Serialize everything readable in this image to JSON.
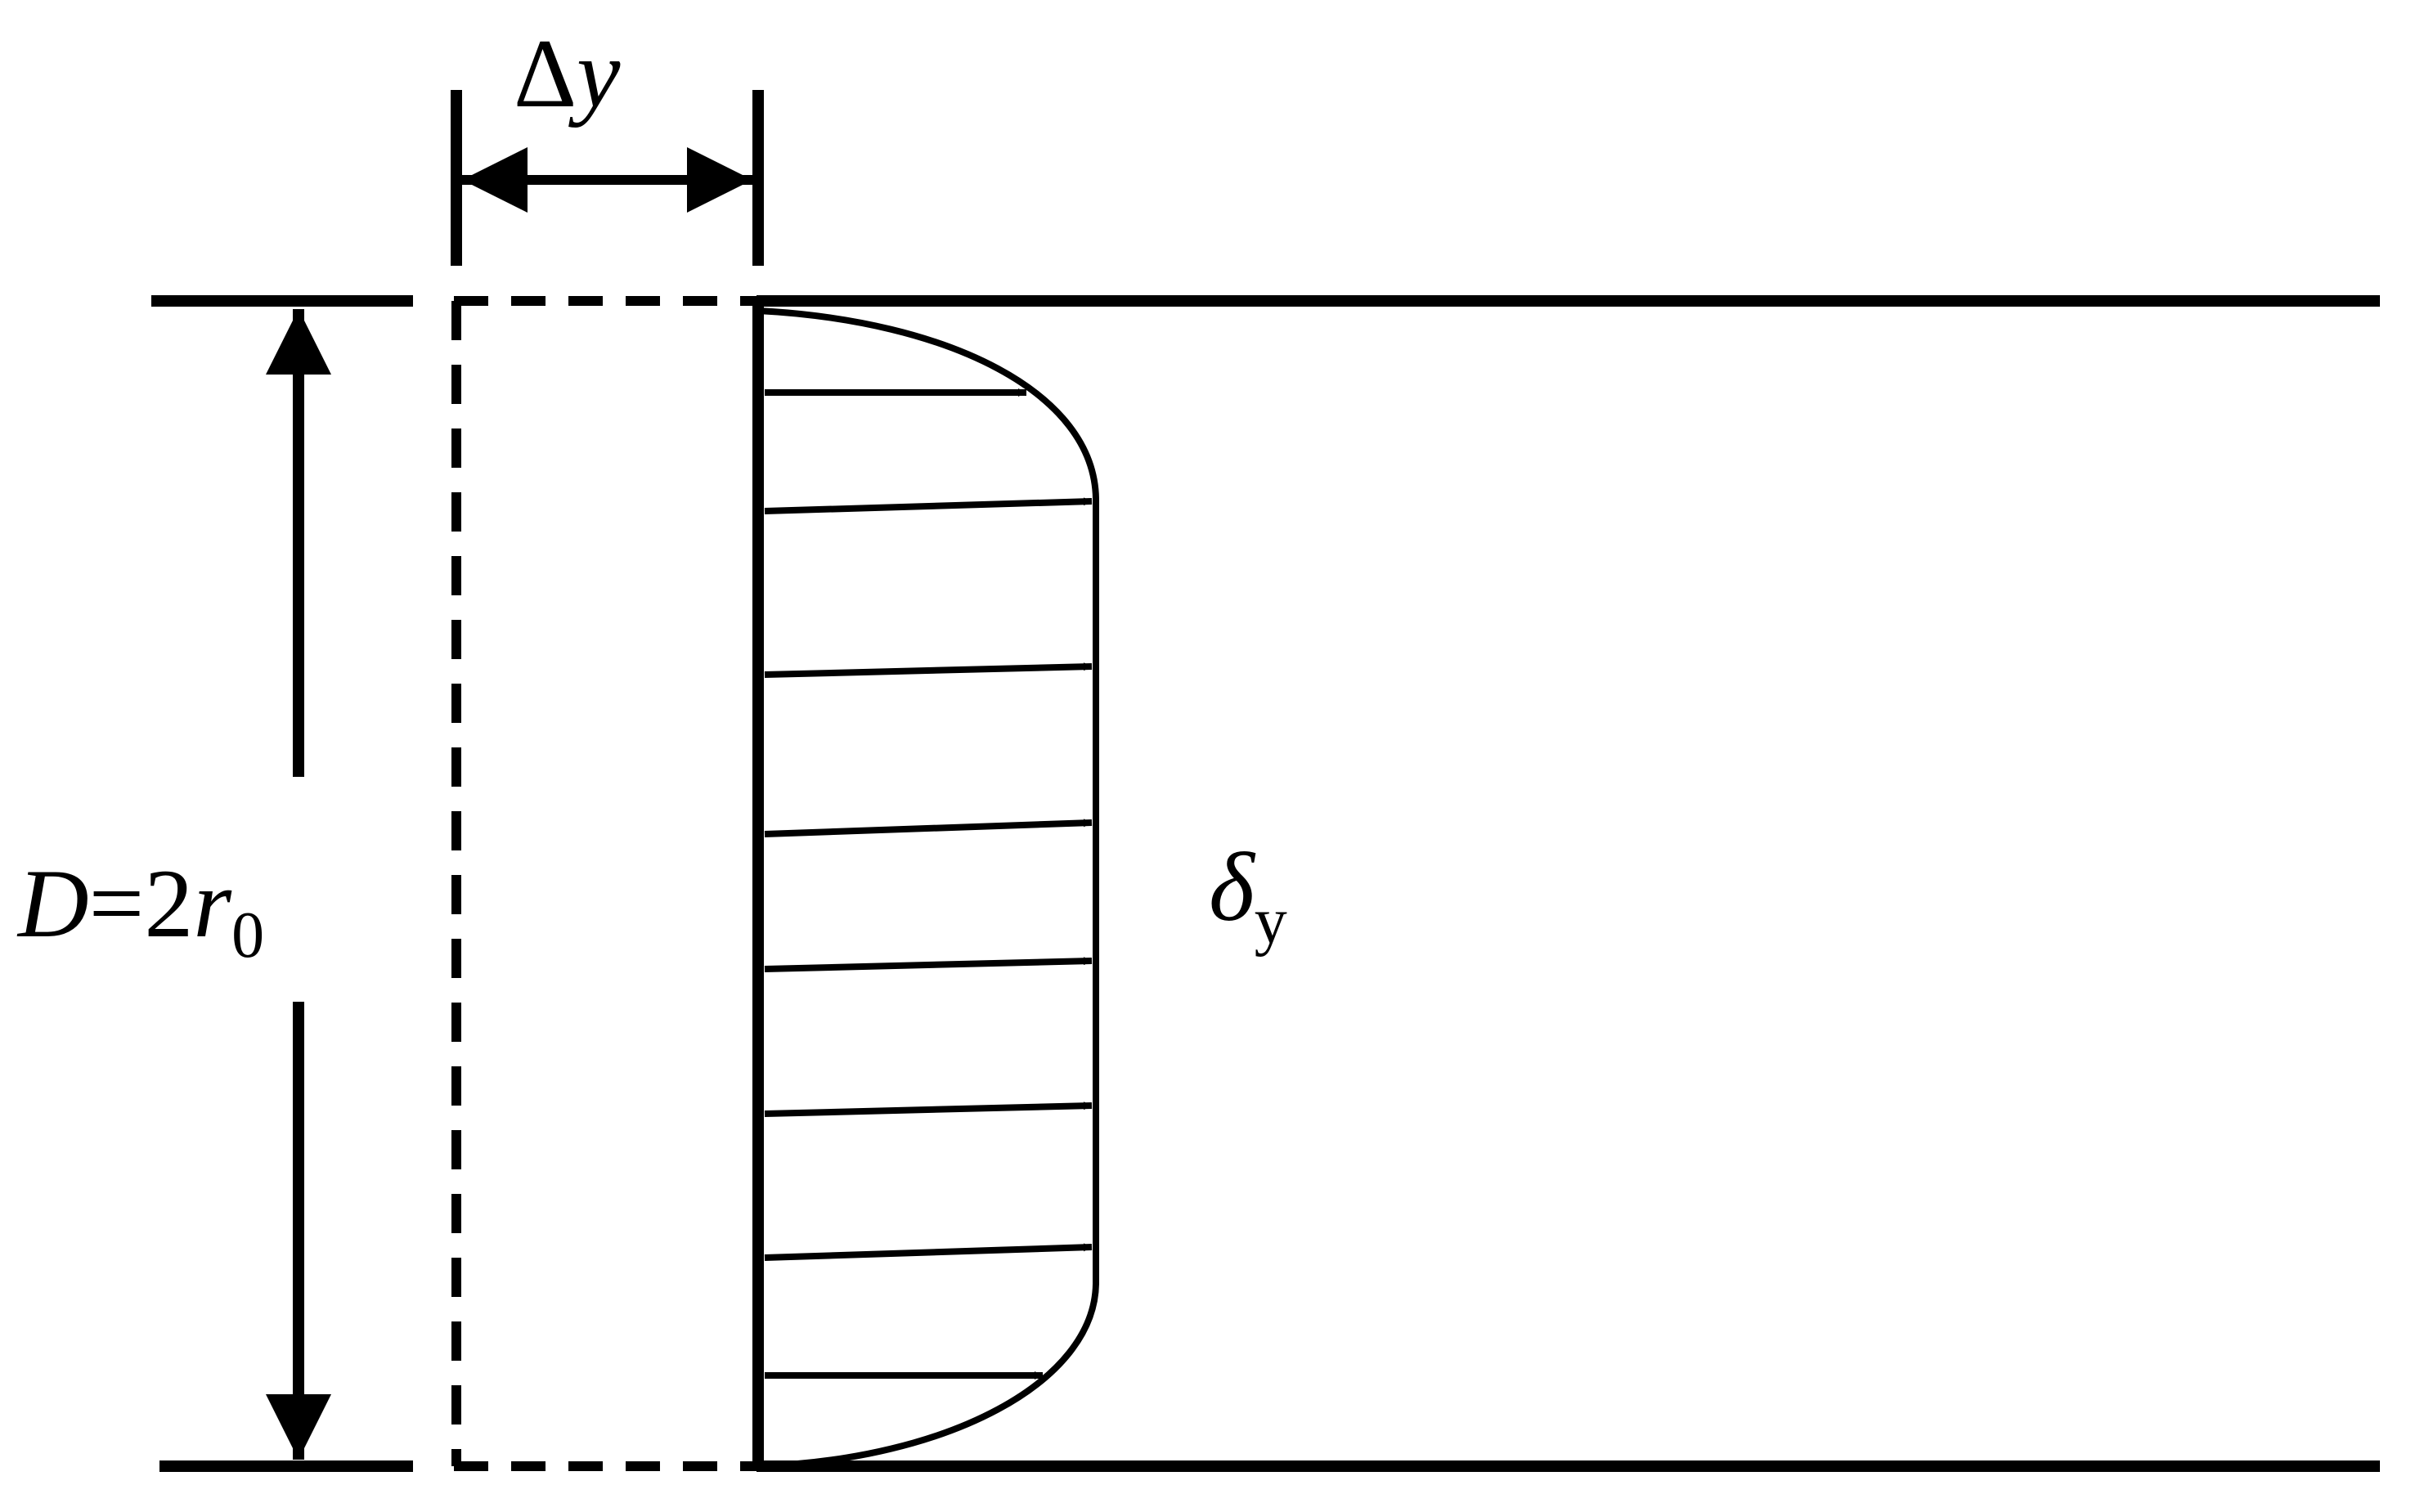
{
  "diagram": {
    "labels": {
      "delta_y": {
        "symbol": "Δ",
        "variable": "y"
      },
      "diameter": {
        "lhs": "D",
        "eq": "=2",
        "var": "r",
        "subscript": "0"
      },
      "delta_sub_y": {
        "symbol": "δ",
        "subscript": "y"
      }
    },
    "colors": {
      "stroke": "#000000",
      "background": "#ffffff"
    },
    "velocity_profile": {
      "arrow_count": 8
    }
  }
}
